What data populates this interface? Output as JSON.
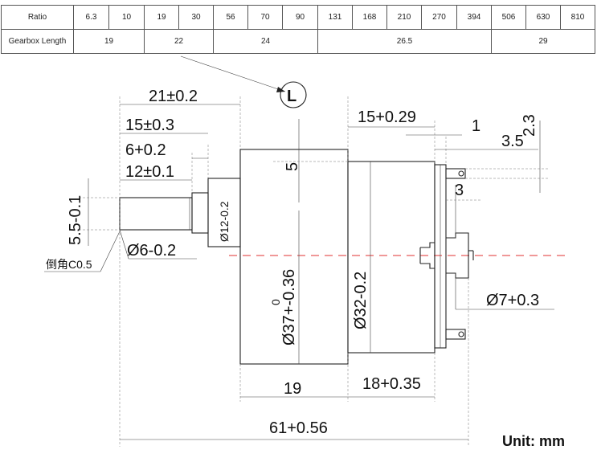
{
  "table": {
    "row1_label": "Ratio",
    "ratios": [
      "6.3",
      "10",
      "19",
      "30",
      "56",
      "70",
      "90",
      "131",
      "168",
      "210",
      "270",
      "394",
      "506",
      "630",
      "810"
    ],
    "row2_label": "Gearbox Length",
    "lengths": [
      "19",
      "22",
      "24",
      "26.5",
      "29"
    ]
  },
  "callout": {
    "label": "L"
  },
  "dimensions": {
    "d21": "21±0.2",
    "d15": "15±0.3",
    "d6": "6+0.2",
    "d12": "12±0.1",
    "d5_5": "5.5-0.1",
    "d5": "5",
    "dia12": "Ø12-0.2",
    "dia6": "Ø6-0.2",
    "chamfer": "倒角C0.5",
    "d15_29": "15+0.29",
    "d1": "1",
    "d2_3": "2.3",
    "d3_5": "3.5",
    "d3": "3",
    "dia37": "Ø37+-0.36",
    "dia37_sup": "0",
    "dia32": "Ø32-0.2",
    "dia7": "Ø7+0.3",
    "d19": "19",
    "d18": "18+0.35",
    "d61": "61+0.56"
  },
  "unit_label": "Unit: mm"
}
